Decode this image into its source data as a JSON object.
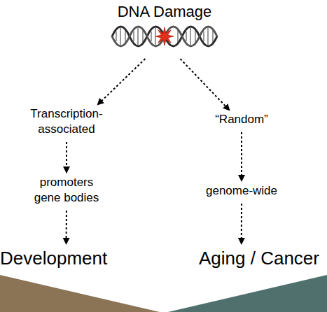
{
  "diagram": {
    "nodes": [
      {
        "text": [
          "DNA Damage"
        ]
      },
      {
        "text": [
          "Transcription- associated"
        ]
      },
      {
        "text": [
          "“Random”"
        ]
      },
      {
        "text": [
          "promoters gene bodies"
        ]
      },
      {
        "text": [
          "genome-wide"
        ]
      },
      {
        "text": [
          "Development"
        ]
      },
      {
        "text": [
          "Aging / Cancer"
        ]
      }
    ],
    "edges": [
      {
        "from": 0,
        "to": 1,
        "arrow": "to"
      },
      {
        "from": 0,
        "to": 2,
        "arrow": "to"
      },
      {
        "from": 1,
        "to": 3,
        "arrow": "to"
      },
      {
        "from": 2,
        "to": 4,
        "arrow": "to"
      },
      {
        "from": 3,
        "to": 5,
        "arrow": "to"
      },
      {
        "from": 4,
        "to": 6,
        "arrow": "to"
      }
    ]
  }
}
